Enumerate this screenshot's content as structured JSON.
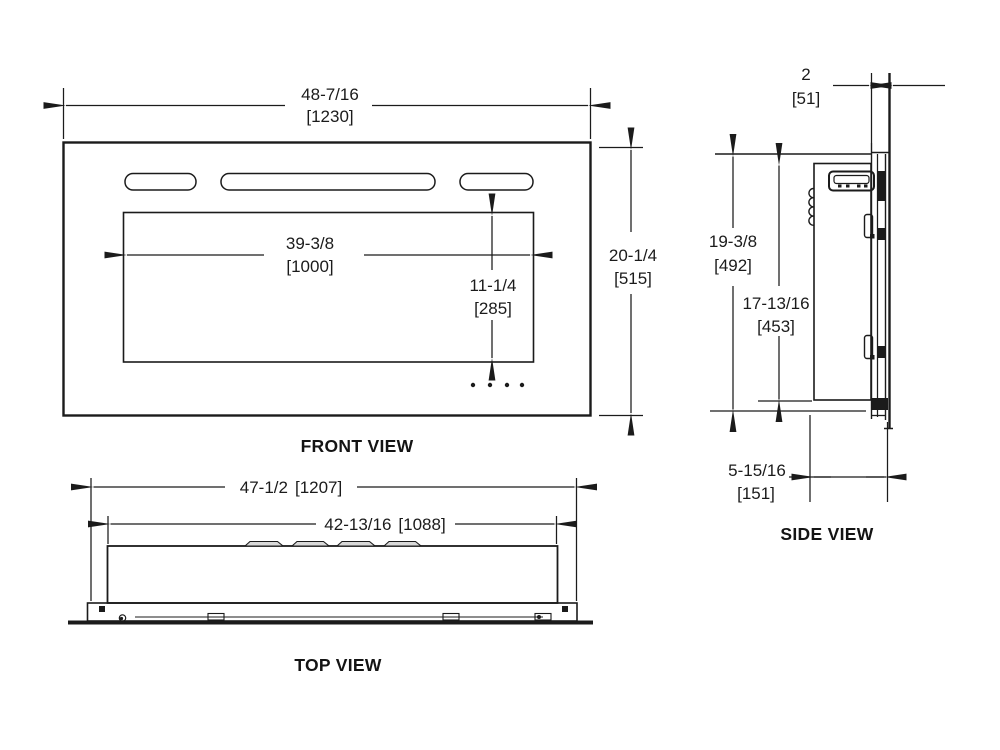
{
  "views": {
    "front": {
      "label": "FRONT VIEW",
      "dims": {
        "overall_width": {
          "in": "48-7/16",
          "mm": "[1230]"
        },
        "overall_height": {
          "in": "20-1/4",
          "mm": "[515]"
        },
        "glass_width": {
          "in": "39-3/8",
          "mm": "[1000]"
        },
        "glass_height": {
          "in": "11-1/4",
          "mm": "[285]"
        }
      }
    },
    "side": {
      "label": "SIDE VIEW",
      "dims": {
        "protrusion_depth": {
          "in": "2",
          "mm": "[51]"
        },
        "overall_height": {
          "in": "19-3/8",
          "mm": "[492]"
        },
        "recess_height": {
          "in": "17-13/16",
          "mm": "[453]"
        },
        "overall_depth": {
          "in": "5-15/16",
          "mm": "[151]"
        }
      }
    },
    "top": {
      "label": "TOP VIEW",
      "dims": {
        "overall_width": {
          "in": "47-1/2",
          "mm": "[1207]"
        },
        "body_width": {
          "in": "42-13/16",
          "mm": "[1088]"
        }
      }
    }
  },
  "colors": {
    "line": "#1b1b1b",
    "background": "#ffffff",
    "vent_fill": "#d8d8d8"
  }
}
